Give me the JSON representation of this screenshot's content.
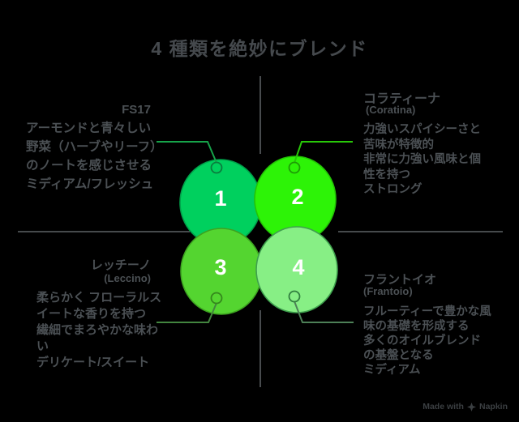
{
  "title": "4 種類を絶妙にブレンド",
  "colors": {
    "background": "#000000",
    "axis": "#515457",
    "title_text": "#45494d",
    "label_text": "#4b5054",
    "number_text": "#ffffff",
    "footer_text": "#3b3f42"
  },
  "varieties": [
    {
      "number": "1",
      "name": "FS17",
      "name_en": "",
      "description": "アーモンドと青々しい\n野菜（ハーブやリーフ）\nのノートを感じさせる\nミディアム/フレッシュ",
      "fill": "#00d05e",
      "stroke": "#00a04a",
      "ring_stroke": "#0b7c3e",
      "connector": "#16a34a"
    },
    {
      "number": "2",
      "name": "コラティーナ",
      "name_en": "(Coratina)",
      "description": "力強いスパイシーさと\n苦味が特徴的\n非常に力強い風味と個\n性を持つ\nストロング",
      "fill": "#2df307",
      "stroke": "#24c306",
      "ring_stroke": "#1e9c06",
      "connector": "#28c708"
    },
    {
      "number": "3",
      "name": "レッチーノ",
      "name_en": "(Leccino)",
      "description": "柔らかく フローラルス\nイートな香りを持つ\n繊細でまろやかな味わ\nい\nデリケート/スイート",
      "fill": "#54d530",
      "stroke": "#3da320",
      "ring_stroke": "#34881c",
      "connector": "#43853f"
    },
    {
      "number": "4",
      "name": "フラントイオ",
      "name_en": "(Frantoio)",
      "description": "フルーティーで豊かな風\n味の基礎を形成する\n多くのオイルブレンド\nの基盤となる\nミディアム",
      "fill": "#87ef85",
      "stroke": "#3fa04e",
      "ring_stroke": "#317f3f",
      "connector": "#4d8057"
    }
  ],
  "footer": {
    "prefix": "Made with",
    "brand": "Napkin"
  }
}
